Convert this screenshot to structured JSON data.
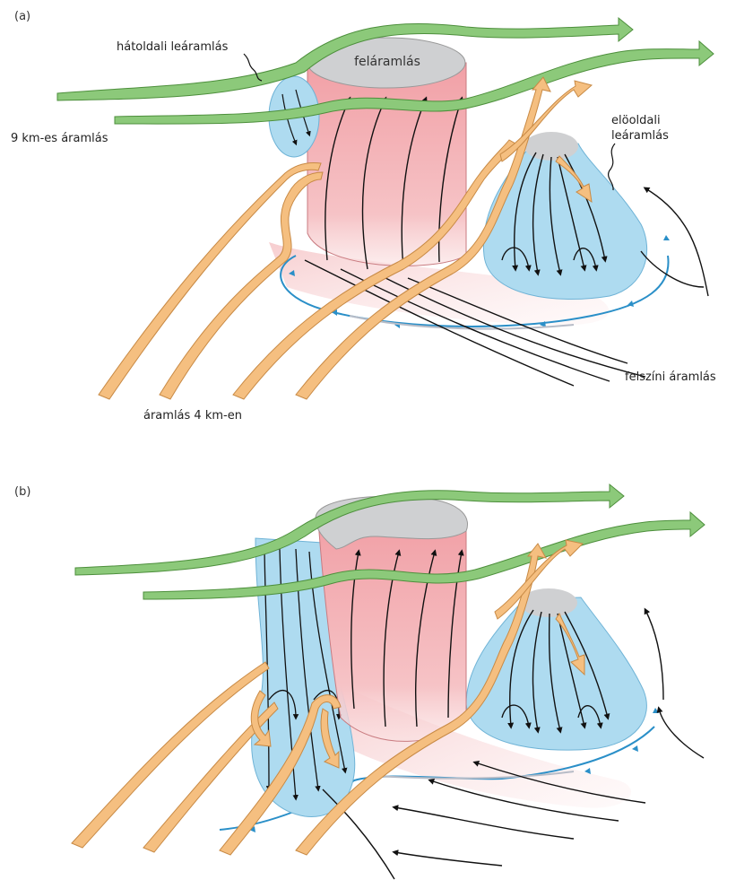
{
  "panels": [
    {
      "id": "a",
      "label": "(a)",
      "labels": {
        "updraft": "feláramlás",
        "rear_downdraft": "hátoldali leáramlás",
        "forward_downdraft_line1": "elöoldali",
        "forward_downdraft_line2": "leáramlás",
        "flow_9km": "9 km-es áramlás",
        "surface_flow": "felszíni áramlás",
        "flow_4km": "áramlás 4 km-en"
      }
    },
    {
      "id": "b",
      "label": "(b)"
    }
  ],
  "colors": {
    "upper_flow_green": "#8cc97a",
    "mid_flow_orange": "#f5bf80",
    "updraft_red": "#f3a9ad",
    "updraft_top_gray": "#cfd0d2",
    "downdraft_blue": "#aedbf0",
    "gust_front_blue": "#2a8fc8",
    "streamline_black": "#111111"
  }
}
